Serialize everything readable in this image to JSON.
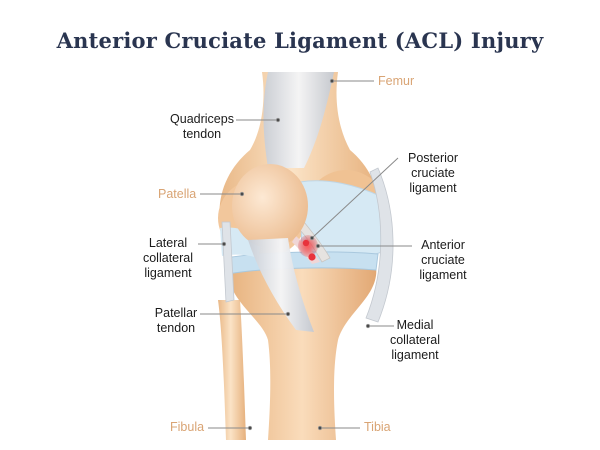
{
  "title": "Anterior Cruciate Ligament (ACL) Injury",
  "labels": {
    "femur": "Femur",
    "quadriceps_line1": "Quadriceps",
    "quadriceps_line2": "tendon",
    "patella": "Patella",
    "posterior_line1": "Posterior",
    "posterior_line2": "cruciate",
    "posterior_line3": "ligament",
    "lateral_line1": "Lateral",
    "lateral_line2": "collateral",
    "lateral_line3": "ligament",
    "anterior_line1": "Anterior",
    "anterior_line2": "cruciate",
    "anterior_line3": "ligament",
    "patellar_line1": "Patellar",
    "patellar_line2": "tendon",
    "medial_line1": "Medial",
    "medial_line2": "collateral",
    "medial_line3": "ligament",
    "fibula": "Fibula",
    "tibia": "Tibia"
  },
  "colors": {
    "title": "#2a3550",
    "bone_label": "#d9a474",
    "bone": "#f6d2ac",
    "ligament": "#e3e6ea",
    "cartilage": "#d6e9f4",
    "injury": "#e8323c"
  }
}
